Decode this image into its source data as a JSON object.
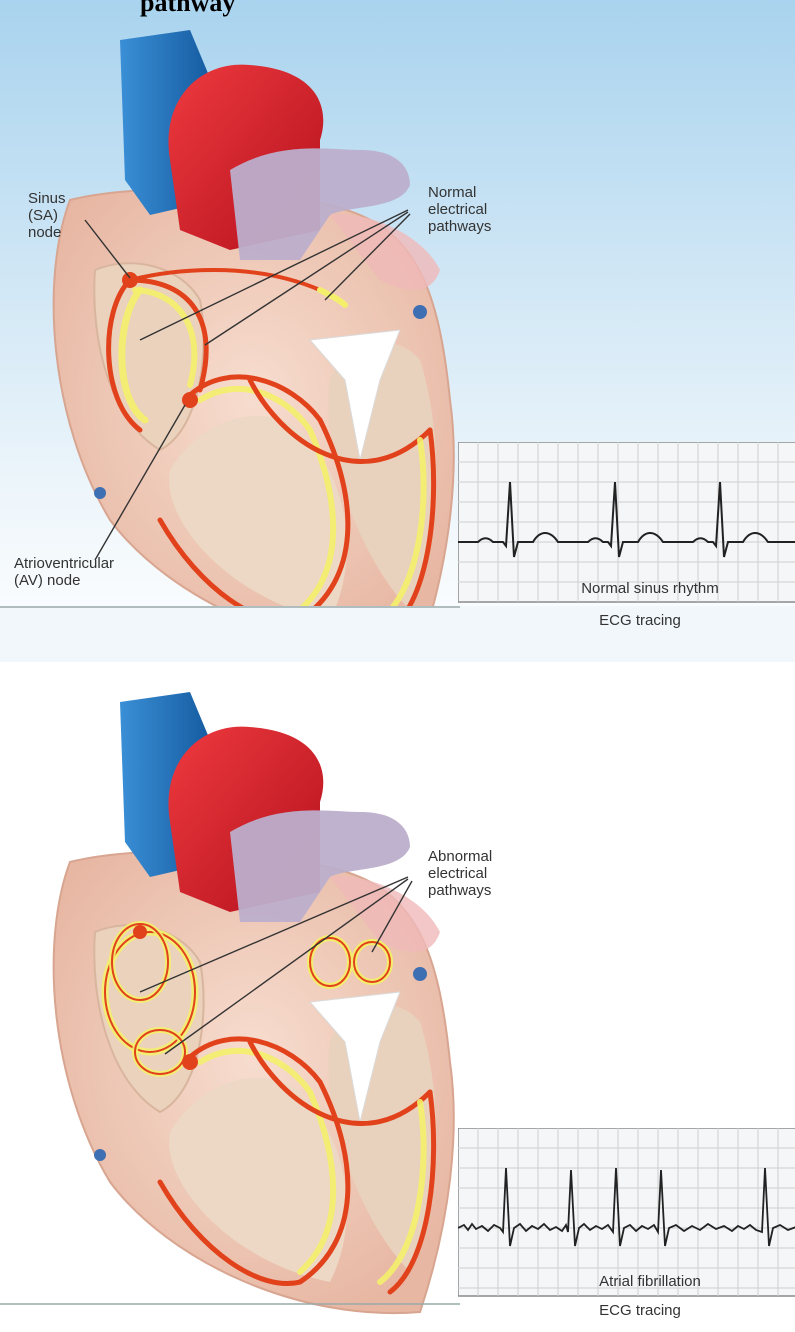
{
  "heading": {
    "text": "pathway"
  },
  "top_panel": {
    "labels": {
      "sa_node": "Sinus\n(SA)\nnode",
      "pathways": "Normal\nelectrical\npathways",
      "av_node": "Atrioventricular\n(AV) node"
    },
    "ecg": {
      "rhythm": "Normal sinus rhythm",
      "caption": "ECG tracing"
    }
  },
  "bottom_panel": {
    "labels": {
      "pathways": "Abnormal\nelectrical\npathways"
    },
    "ecg": {
      "rhythm": "Atrial fibrillation",
      "caption": "ECG tracing"
    }
  },
  "colors": {
    "vena_cava": "#1f6fb8",
    "aorta": "#d91f2a",
    "pulmonary": "#b6a8c6",
    "myocardium": "#f2c9b8",
    "chamber": "#ecd6c0",
    "conduction_red": "#e2421b",
    "conduction_yellow": "#f4ef6b",
    "ecg_grid": "#c9c9c9",
    "ecg_trace": "#222222"
  }
}
